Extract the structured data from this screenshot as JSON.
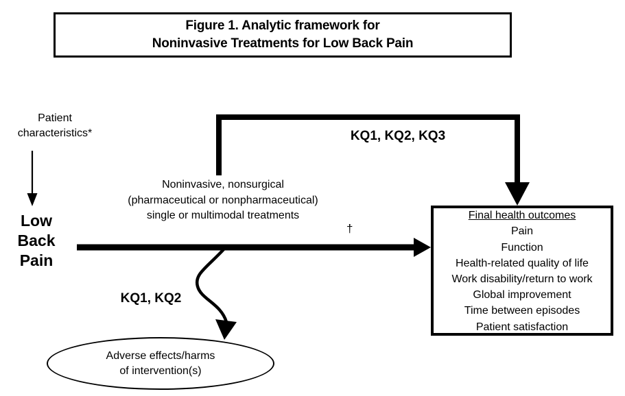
{
  "figure": {
    "title_lines": [
      "Figure 1. Analytic framework for",
      "Noninvasive Treatments for Low Back Pain"
    ],
    "population": {
      "modifier_lines": [
        "Patient",
        "characteristics*"
      ],
      "label_lines": [
        "Low",
        "Back",
        "Pain"
      ]
    },
    "intervention": {
      "lines": [
        "Noninvasive, nonsurgical",
        "(pharmaceutical or nonpharmaceutical)",
        "single or multimodal treatments"
      ],
      "footnote_marker": "†"
    },
    "key_questions": {
      "feedback_label": "KQ1, KQ2, KQ3",
      "harms_label": "KQ1, KQ2"
    },
    "outcomes": {
      "heading": "Final health outcomes",
      "items": [
        "Pain",
        "Function",
        "Health-related quality of life",
        "Work disability/return to work",
        "Global improvement",
        "Time between episodes",
        "Patient satisfaction"
      ]
    },
    "harms": {
      "lines": [
        "Adverse effects/harms",
        "of intervention(s)"
      ]
    },
    "colors": {
      "line": "#000000",
      "background": "#ffffff",
      "text": "#000000"
    }
  }
}
